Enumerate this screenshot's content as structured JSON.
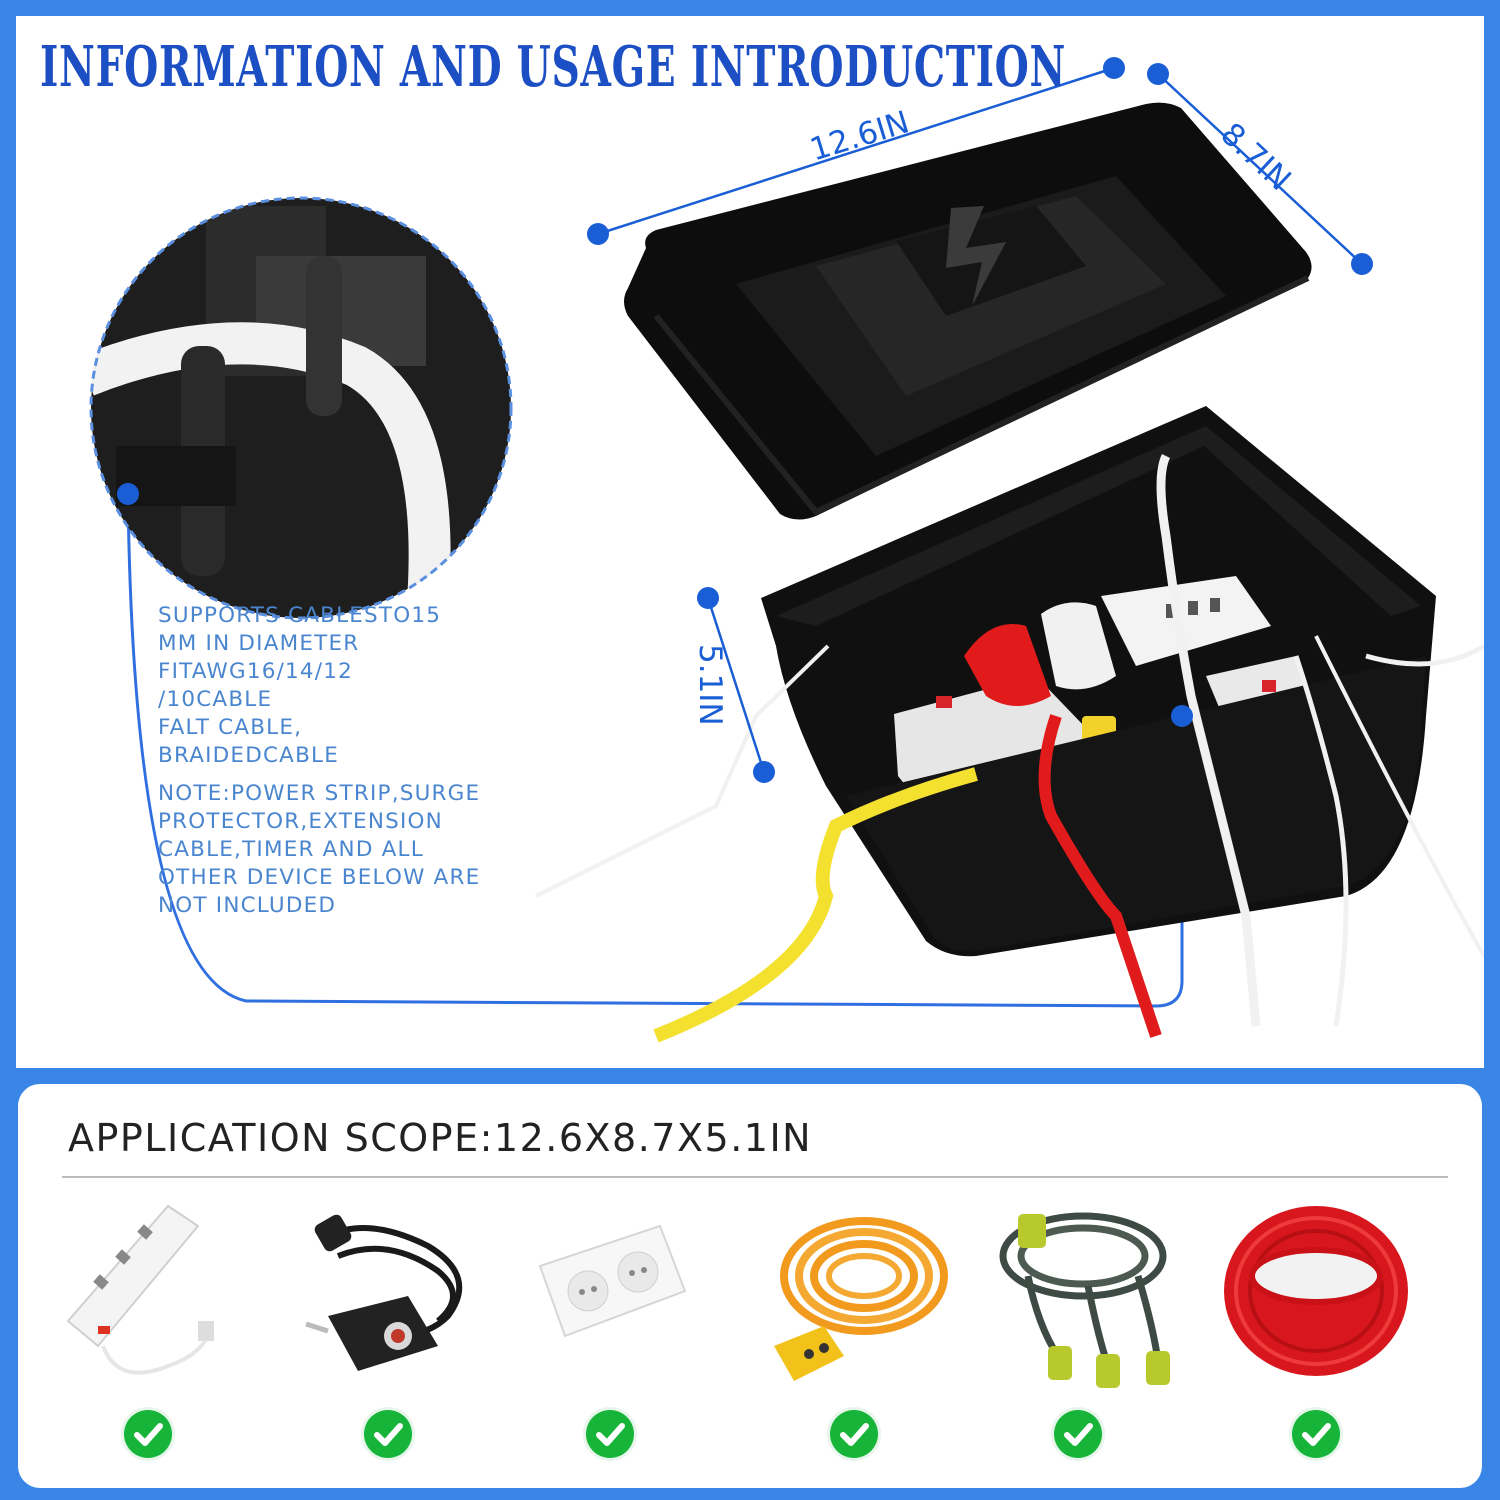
{
  "title": "INFORMATION AND USAGE INTRODUCTION",
  "dimensions": {
    "length": "12.6IN",
    "width": "8.7IN",
    "height": "5.1IN"
  },
  "info_lines": [
    "SUPPORTS CABLESTO15",
    "MM IN DIAMETER",
    "FITAWG16/14/12",
    "/10CABLE",
    "FALT CABLE,",
    "BRAIDEDCABLE"
  ],
  "note_lines": [
    "NOTE:POWER STRIP,SURGE",
    "PROTECTOR,EXTENSION",
    "CABLE,TIMER AND ALL",
    "OTHER DEVICE BELOW ARE",
    "NOT INCLUDED"
  ],
  "scope": {
    "title": "APPLICATION SCOPE:12.6X8.7X5.1IN"
  },
  "products": [
    {
      "icon": "power-strip-icon"
    },
    {
      "icon": "timer-plug-icon"
    },
    {
      "icon": "wall-socket-icon"
    },
    {
      "icon": "orange-extension-cord-icon"
    },
    {
      "icon": "splitter-cord-icon"
    },
    {
      "icon": "red-cable-coil-icon"
    }
  ],
  "colors": {
    "accent_blue": "#1a5ed6",
    "frame_blue": "#3a86e6",
    "check_green": "#17b43a"
  }
}
